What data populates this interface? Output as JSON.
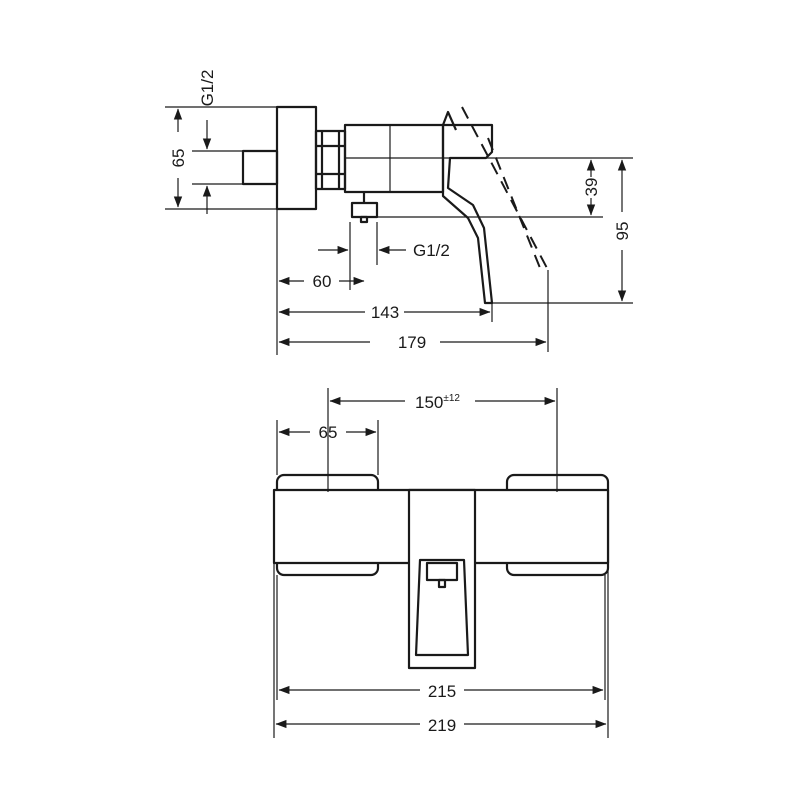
{
  "side_view": {
    "dims": {
      "inlet_thread_vertical": "G1/2",
      "inlet_thread_horizontal": "G1/2",
      "height_65": "65",
      "height_39": "39",
      "height_95": "95",
      "depth_60": "60",
      "depth_143": "143",
      "depth_179": "179"
    }
  },
  "front_view": {
    "dims": {
      "centres_main": "150",
      "centres_tol": "±12",
      "escutcheon_65": "65",
      "width_215": "215",
      "width_219": "219"
    }
  }
}
